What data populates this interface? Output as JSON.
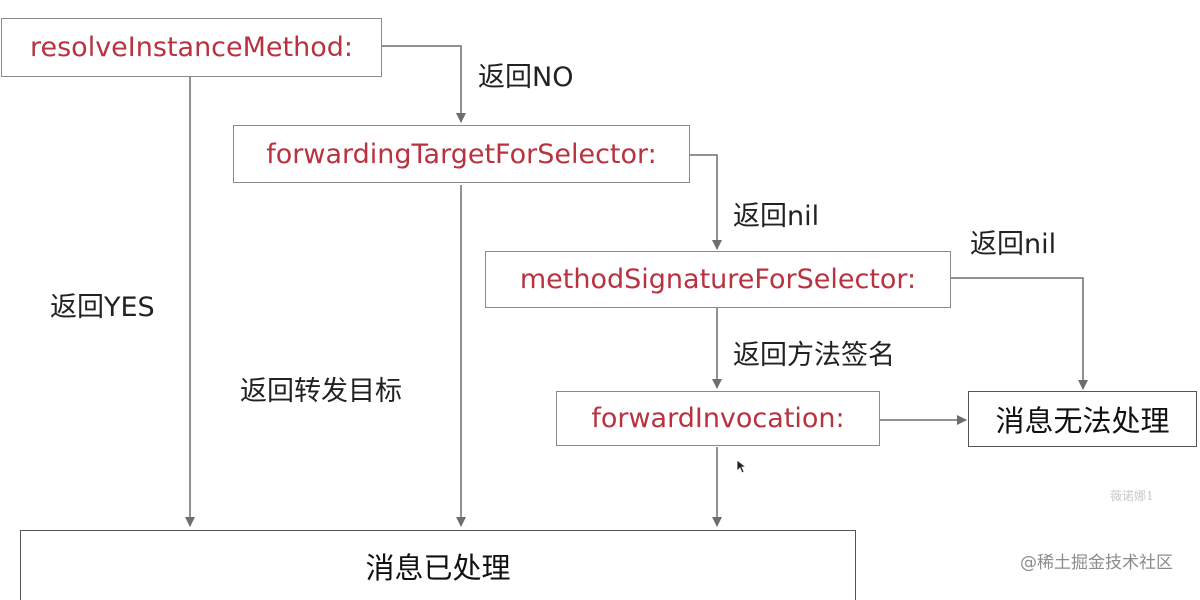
{
  "nodes": {
    "resolve": "resolveInstanceMethod:",
    "forwarding_target": "forwardingTargetForSelector:",
    "method_signature": "methodSignatureForSelector:",
    "forward_invocation": "forwardInvocation:",
    "cannot_handle": "消息无法处理",
    "handled": "消息已处理"
  },
  "edge_labels": {
    "return_no": "返回NO",
    "return_nil_1": "返回nil",
    "return_nil_2": "返回nil",
    "return_yes": "返回YES",
    "return_target": "返回转发目标",
    "return_signature": "返回方法签名"
  },
  "watermark": {
    "author": "薇诺娜1",
    "site": "@稀土掘金技术社区"
  },
  "colors": {
    "method_text": "#b8323f",
    "arrow": "#6e6e6e"
  }
}
